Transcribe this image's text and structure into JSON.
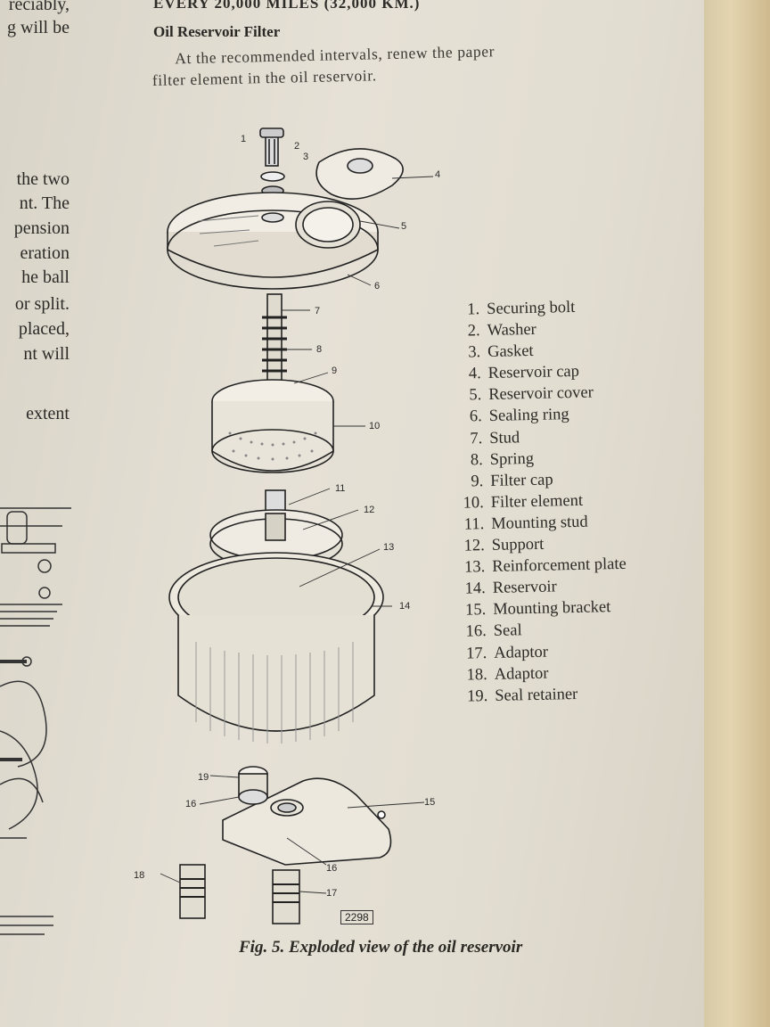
{
  "left_fragments": [
    "reciably,",
    "g will be",
    "the two",
    "nt. The",
    "pension",
    "eration",
    "he ball",
    "or split.",
    "placed,",
    "nt will",
    "extent"
  ],
  "header": "EVERY 20,000 MILES (32,000 KM.)",
  "heading": "Oil Reservoir Filter",
  "paragraph": [
    "At the recommended intervals, renew the paper",
    "filter element in the oil reservoir."
  ],
  "parts": [
    {
      "num": "1.",
      "name": "Securing bolt"
    },
    {
      "num": "2.",
      "name": "Washer"
    },
    {
      "num": "3.",
      "name": "Gasket"
    },
    {
      "num": "4.",
      "name": "Reservoir cap"
    },
    {
      "num": "5.",
      "name": "Reservoir cover"
    },
    {
      "num": "6.",
      "name": "Sealing ring"
    },
    {
      "num": "7.",
      "name": "Stud"
    },
    {
      "num": "8.",
      "name": "Spring"
    },
    {
      "num": "9.",
      "name": "Filter cap"
    },
    {
      "num": "10.",
      "name": "Filter element"
    },
    {
      "num": "11.",
      "name": "Mounting stud"
    },
    {
      "num": "12.",
      "name": "Support"
    },
    {
      "num": "13.",
      "name": "Reinforcement plate"
    },
    {
      "num": "14.",
      "name": "Reservoir"
    },
    {
      "num": "15.",
      "name": "Mounting bracket"
    },
    {
      "num": "16.",
      "name": "Seal"
    },
    {
      "num": "17.",
      "name": "Adaptor"
    },
    {
      "num": "18.",
      "name": "Adaptor"
    },
    {
      "num": "19.",
      "name": "Seal retainer"
    }
  ],
  "callouts": [
    "1",
    "2",
    "3",
    "4",
    "5",
    "6",
    "7",
    "8",
    "9",
    "10",
    "11",
    "12",
    "13",
    "14",
    "15",
    "16",
    "16",
    "17",
    "18",
    "19"
  ],
  "figure_number": "2298",
  "caption": "Fig. 5. Exploded view of the oil reservoir"
}
